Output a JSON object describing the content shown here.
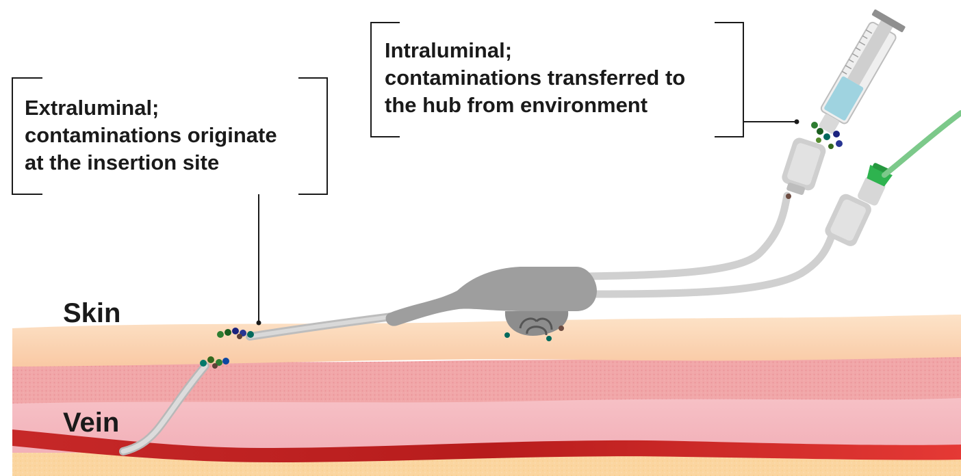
{
  "callouts": {
    "extraluminal": {
      "lines": [
        "Extraluminal;",
        "contaminations originate",
        "at the insertion site"
      ]
    },
    "intraluminal": {
      "lines": [
        "Intraluminal;",
        "contaminations transferred to",
        "the hub from environment"
      ]
    }
  },
  "tissue_labels": {
    "skin": "Skin",
    "vein": "Vein"
  },
  "colors": {
    "skin_surface": "#fbd3b0",
    "dermis": "#ef9a9a",
    "vein": "#d32f2f",
    "catheter": "#9e9e9e",
    "tube": "#d0d0d0",
    "green_cap": "#2eb34f",
    "green_line": "#7cc98a",
    "syringe_fluid": "#9fd3e0",
    "text": "#1a1a1a"
  }
}
